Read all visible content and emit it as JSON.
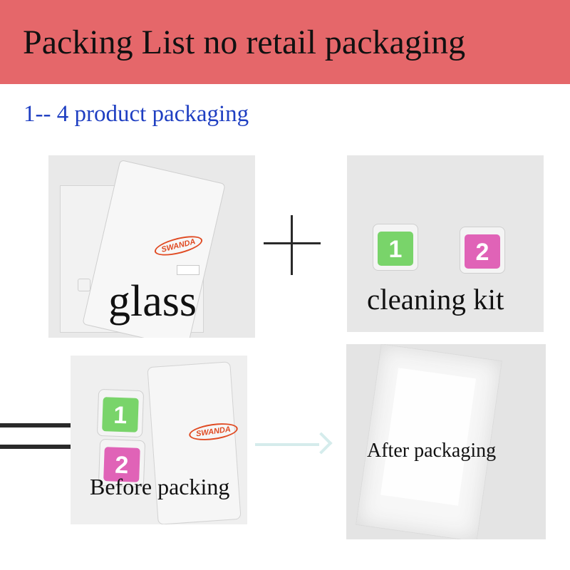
{
  "banner": {
    "title": "Packing List no retail packaging",
    "color": "#e5676a"
  },
  "subtitle": {
    "text": "1-- 4 product packaging",
    "color": "#1f3fc2"
  },
  "glass_panel": {
    "label": "glass",
    "brand": "SWANDA"
  },
  "kit_panel": {
    "label": "cleaning kit",
    "wipes": [
      {
        "number": "1",
        "color": "#79d46a"
      },
      {
        "number": "2",
        "color": "#e063b7"
      }
    ]
  },
  "before_panel": {
    "label": "Before packing",
    "brand": "SWANDA",
    "wipes": [
      {
        "number": "1",
        "color": "#79d46a"
      },
      {
        "number": "2",
        "color": "#e063b7"
      }
    ]
  },
  "after_panel": {
    "label": "After packaging"
  },
  "operators": {
    "plus": "plus-icon",
    "equals": "equals-icon",
    "arrow": "arrow-right-icon"
  }
}
